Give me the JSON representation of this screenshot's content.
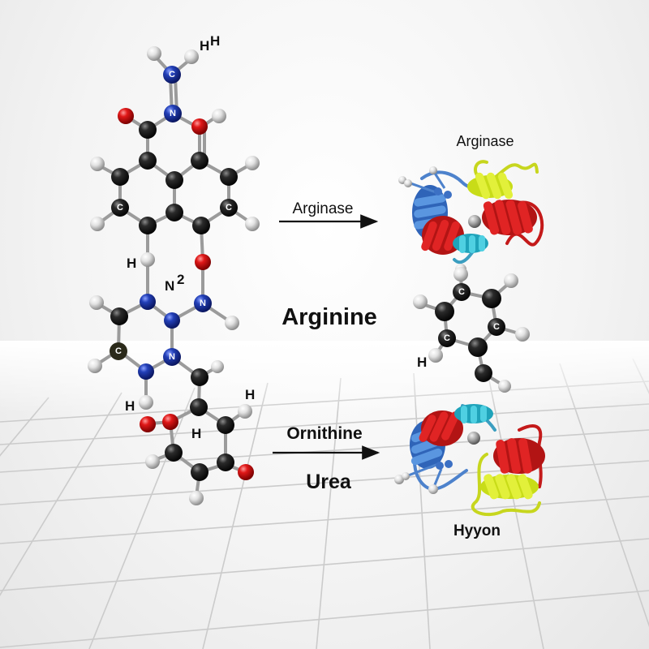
{
  "diagram": {
    "title": "Arginine",
    "colors": {
      "carbon": "#1e1e1e",
      "nitrogen": "#1f3aa8",
      "oxygen": "#d61818",
      "hydrogen": "#dcdcdc",
      "bond": "#9a9a9a",
      "helix_red": "#d21e1e",
      "helix_blue": "#3f7fd0",
      "helix_cyan": "#2fb6cc",
      "helix_yellow": "#d6e82a",
      "grid": "#c9c9c9"
    },
    "arrows": [
      {
        "label_above": "Arginase",
        "label_below": ""
      },
      {
        "label_above": "Ornithine",
        "label_below": "Urea"
      }
    ],
    "proteins": [
      {
        "label": "Arginase",
        "label_position": "above"
      },
      {
        "label": "Hyyon",
        "label_position": "below"
      }
    ],
    "molecule_left": {
      "labels": {
        "top_hh": "H",
        "top_hh_sup": "H",
        "n2": "N",
        "n2_sup": "2",
        "h_left_mid": "H",
        "h_left_low": "H",
        "h_center_low": "H",
        "h_right_low": "H"
      },
      "atom_letters": {
        "c": "C",
        "n": "N"
      }
    },
    "molecule_right": {
      "labels": {
        "h_left": "H"
      },
      "atom_letters": {
        "c": "C"
      }
    }
  }
}
